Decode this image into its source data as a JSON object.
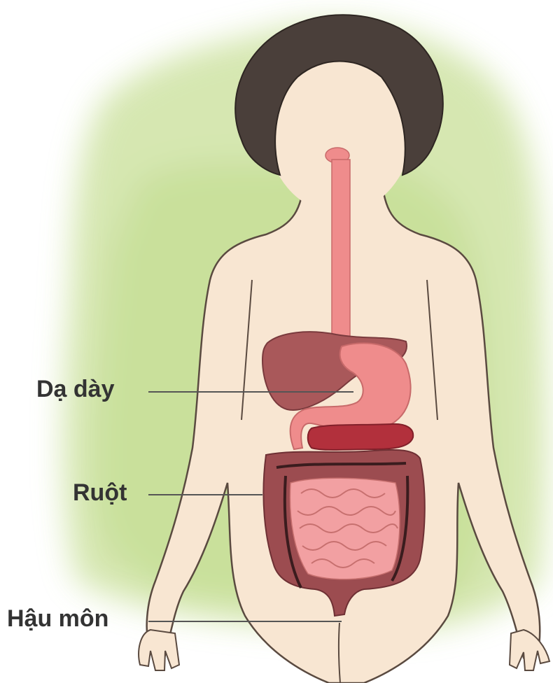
{
  "labels": {
    "stomach": "Dạ dày",
    "intestine": "Ruột",
    "anus": "Hậu môn"
  },
  "colors": {
    "background_wash": "#cfe3a4",
    "skin": "#f8e6d2",
    "outline": "#5a4a40",
    "hair": "#4a3f3a",
    "esophagus": "#ef8c8c",
    "liver": "#a9585a",
    "stomach": "#ef8c8c",
    "pancreas": "#b2303c",
    "large_intestine": "#9c4c50",
    "small_intestine": "#f2a0a2",
    "leader_line": "#555555",
    "label_text": "#333333"
  }
}
